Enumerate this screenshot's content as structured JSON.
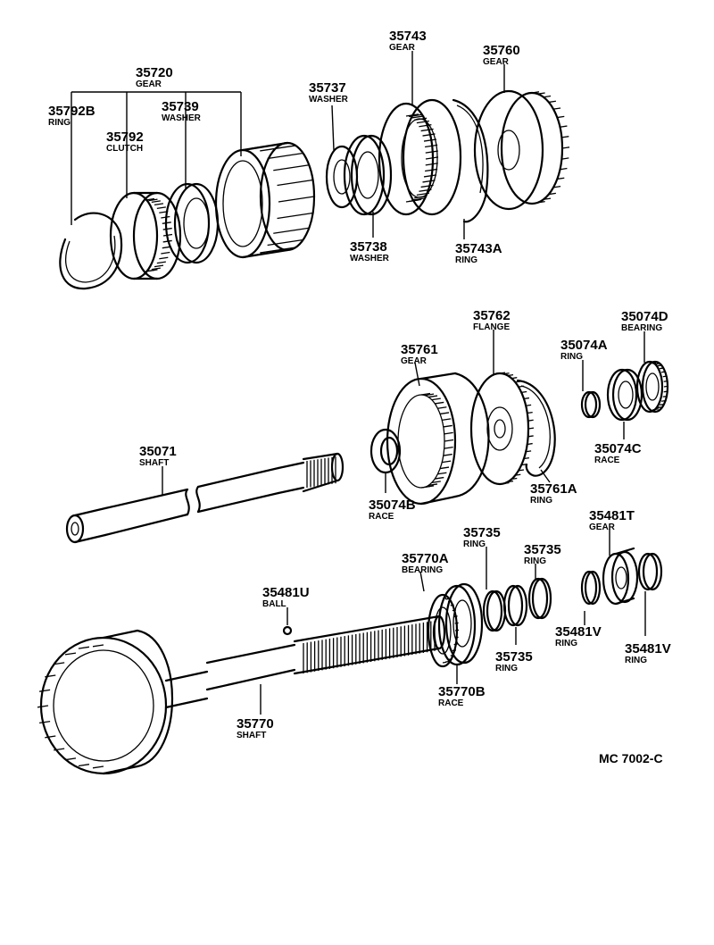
{
  "diagram_code": "MC 7002-C",
  "callouts": [
    {
      "id": "c35720",
      "number": "35720",
      "name": "GEAR"
    },
    {
      "id": "c35792B",
      "number": "35792B",
      "name": "RING"
    },
    {
      "id": "c35739",
      "number": "35739",
      "name": "WASHER"
    },
    {
      "id": "c35792",
      "number": "35792",
      "name": "CLUTCH"
    },
    {
      "id": "c35737",
      "number": "35737",
      "name": "WASHER"
    },
    {
      "id": "c35743",
      "number": "35743",
      "name": "GEAR"
    },
    {
      "id": "c35760",
      "number": "35760",
      "name": "GEAR"
    },
    {
      "id": "c35738",
      "number": "35738",
      "name": "WASHER"
    },
    {
      "id": "c35743A",
      "number": "35743A",
      "name": "RING"
    },
    {
      "id": "c35762",
      "number": "35762",
      "name": "FLANGE"
    },
    {
      "id": "c35074D",
      "number": "35074D",
      "name": "BEARING"
    },
    {
      "id": "c35761",
      "number": "35761",
      "name": "GEAR"
    },
    {
      "id": "c35074A",
      "number": "35074A",
      "name": "RING"
    },
    {
      "id": "c35074C",
      "number": "35074C",
      "name": "RACE"
    },
    {
      "id": "c35071",
      "number": "35071",
      "name": "SHAFT"
    },
    {
      "id": "c35761A",
      "number": "35761A",
      "name": "RING"
    },
    {
      "id": "c35074B",
      "number": "35074B",
      "name": "RACE"
    },
    {
      "id": "c35735a",
      "number": "35735",
      "name": "RING"
    },
    {
      "id": "c35481T",
      "number": "35481T",
      "name": "GEAR"
    },
    {
      "id": "c35735b",
      "number": "35735",
      "name": "RING"
    },
    {
      "id": "c35770A",
      "number": "35770A",
      "name": "BEARING"
    },
    {
      "id": "c35481U",
      "number": "35481U",
      "name": "BALL"
    },
    {
      "id": "c35481V1",
      "number": "35481V",
      "name": "RING"
    },
    {
      "id": "c35735c",
      "number": "35735",
      "name": "RING"
    },
    {
      "id": "c35481V2",
      "number": "35481V",
      "name": "RING"
    },
    {
      "id": "c35770B",
      "number": "35770B",
      "name": "RACE"
    },
    {
      "id": "c35770",
      "number": "35770",
      "name": "SHAFT"
    }
  ]
}
